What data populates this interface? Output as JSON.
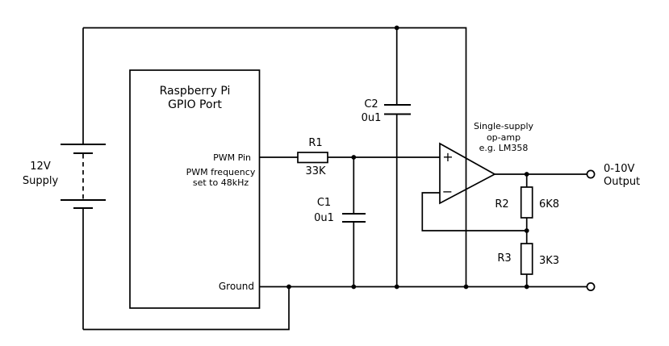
{
  "colors": {
    "line": "#000000",
    "background": "#ffffff",
    "text": "#000000"
  },
  "supply": {
    "line1": "12V",
    "line2": "Supply"
  },
  "rpi": {
    "title_line1": "Raspberry Pi",
    "title_line2": "GPIO Port",
    "pwm_pin_label": "PWM Pin",
    "pwm_note_line1": "PWM frequency",
    "pwm_note_line2": "set to 48kHz",
    "ground_label": "Ground"
  },
  "components": {
    "r1": {
      "name": "R1",
      "value": "33K"
    },
    "c1": {
      "name": "C1",
      "value": "0u1"
    },
    "c2": {
      "name": "C2",
      "value": "0u1"
    },
    "r2": {
      "name": "R2",
      "value": "6K8"
    },
    "r3": {
      "name": "R3",
      "value": "3K3"
    }
  },
  "opamp": {
    "note_line1": "Single-supply",
    "note_line2": "op-amp",
    "note_line3": "e.g. LM358",
    "plus_label": "+",
    "minus_label": "−"
  },
  "output": {
    "line1": "0-10V",
    "line2": "Output"
  }
}
